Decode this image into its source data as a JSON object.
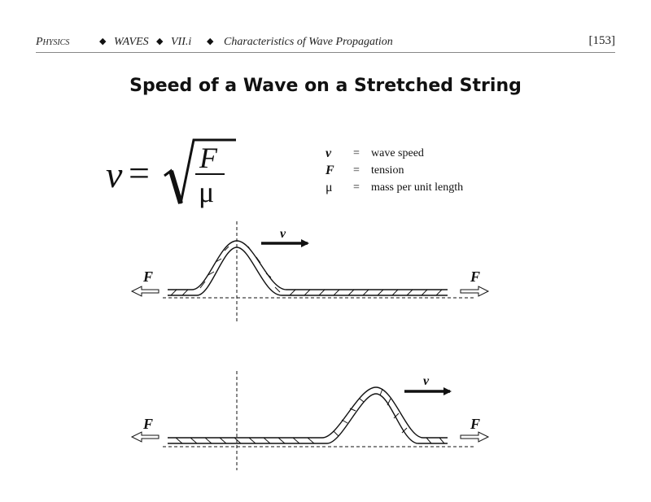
{
  "header": {
    "breadcrumb": [
      {
        "label": "Physics",
        "style": "small-caps"
      },
      {
        "label": "WAVES"
      },
      {
        "label": "VII.i"
      },
      {
        "label": "Characteristics of Wave Propagation"
      }
    ],
    "separator": "◆",
    "page_number": "[153]"
  },
  "title": "Speed of a Wave on a Stretched String",
  "formula": {
    "lhs": "v",
    "equals": "=",
    "numerator": "F",
    "denominator": "μ",
    "latex": "v = \\sqrt{F/\\mu}"
  },
  "legend": [
    {
      "symbol": "v",
      "equals": "=",
      "description": "wave speed"
    },
    {
      "symbol": "F",
      "equals": "=",
      "description": "tension"
    },
    {
      "symbol": "μ",
      "equals": "=",
      "description": "mass per unit length"
    }
  ],
  "diagrams": [
    {
      "name": "pulse-near-origin",
      "velocity_label": "v",
      "left_force_label": "F",
      "right_force_label": "F",
      "pulse_position": "left, at dashed vertical reference line"
    },
    {
      "name": "pulse-moved-right",
      "velocity_label": "v",
      "left_force_label": "F",
      "right_force_label": "F",
      "pulse_position": "right of dashed vertical reference line"
    }
  ],
  "colors": {
    "ink": "#111111",
    "rule": "#888888",
    "background": "#ffffff"
  }
}
